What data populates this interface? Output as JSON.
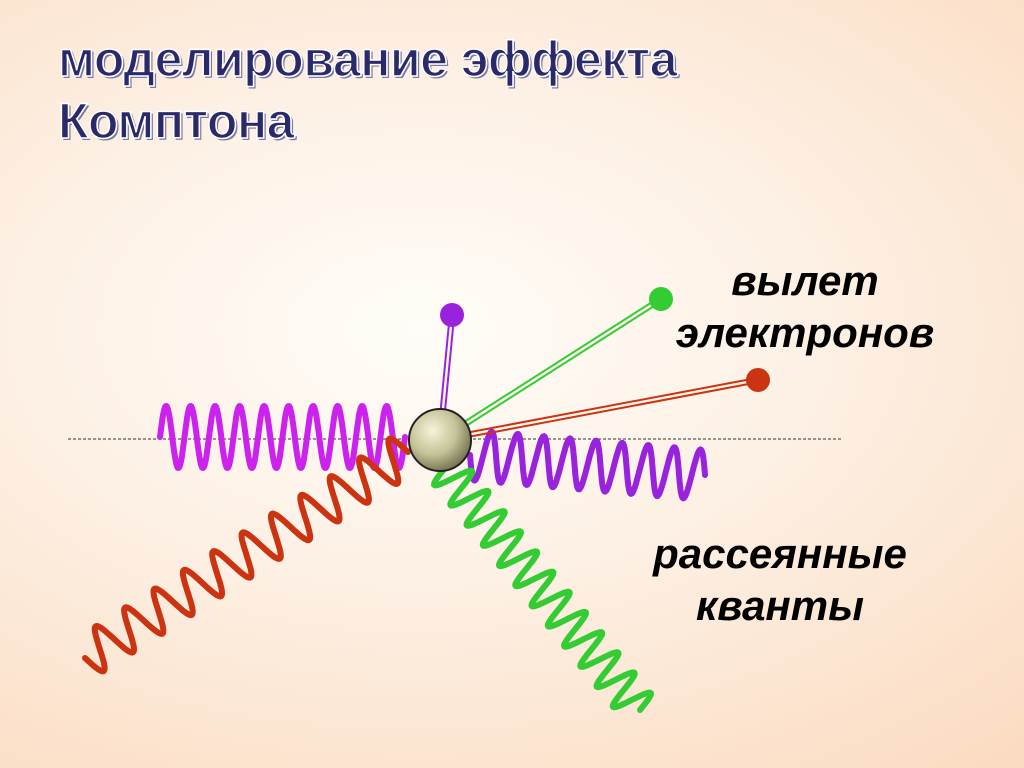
{
  "title": {
    "line1": "моделирование эффекта",
    "line2": "Комптона"
  },
  "labels": {
    "electrons_line1": "вылет",
    "electrons_line2": "электронов",
    "quanta_line1": "рассеянные",
    "quanta_line2": "кванты"
  },
  "colors": {
    "incident_wave": "#cc22ee",
    "scattered_violet": "#9922dd",
    "scattered_red": "#cc3311",
    "scattered_green": "#33cc33",
    "electron_violet": "#9922dd",
    "electron_green": "#33cc33",
    "electron_red": "#cc3311",
    "title_text": "#2a2a6a"
  }
}
